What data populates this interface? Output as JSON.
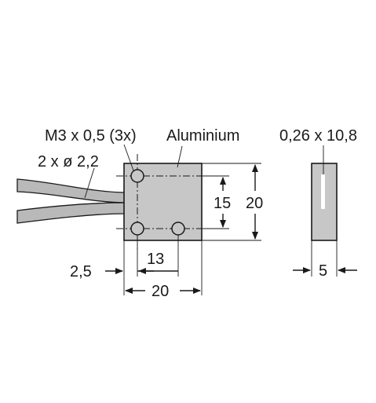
{
  "labels": {
    "thread": "M3 x 0,5 (3x)",
    "material": "Aluminium",
    "cable": "2 x ø 2,2",
    "side_section": "0,26 x 10,8",
    "dim_hole_spacing_v": "15",
    "dim_height": "20",
    "dim_hole_offset": "2,5",
    "dim_hole_spacing_h": "13",
    "dim_width": "20",
    "dim_depth": "5"
  },
  "colors": {
    "body_fill": "#c7c7c7",
    "body_stroke": "#1a1a1a",
    "cable_fill": "#b9b9b9",
    "slot_fill": "#ffffff"
  }
}
